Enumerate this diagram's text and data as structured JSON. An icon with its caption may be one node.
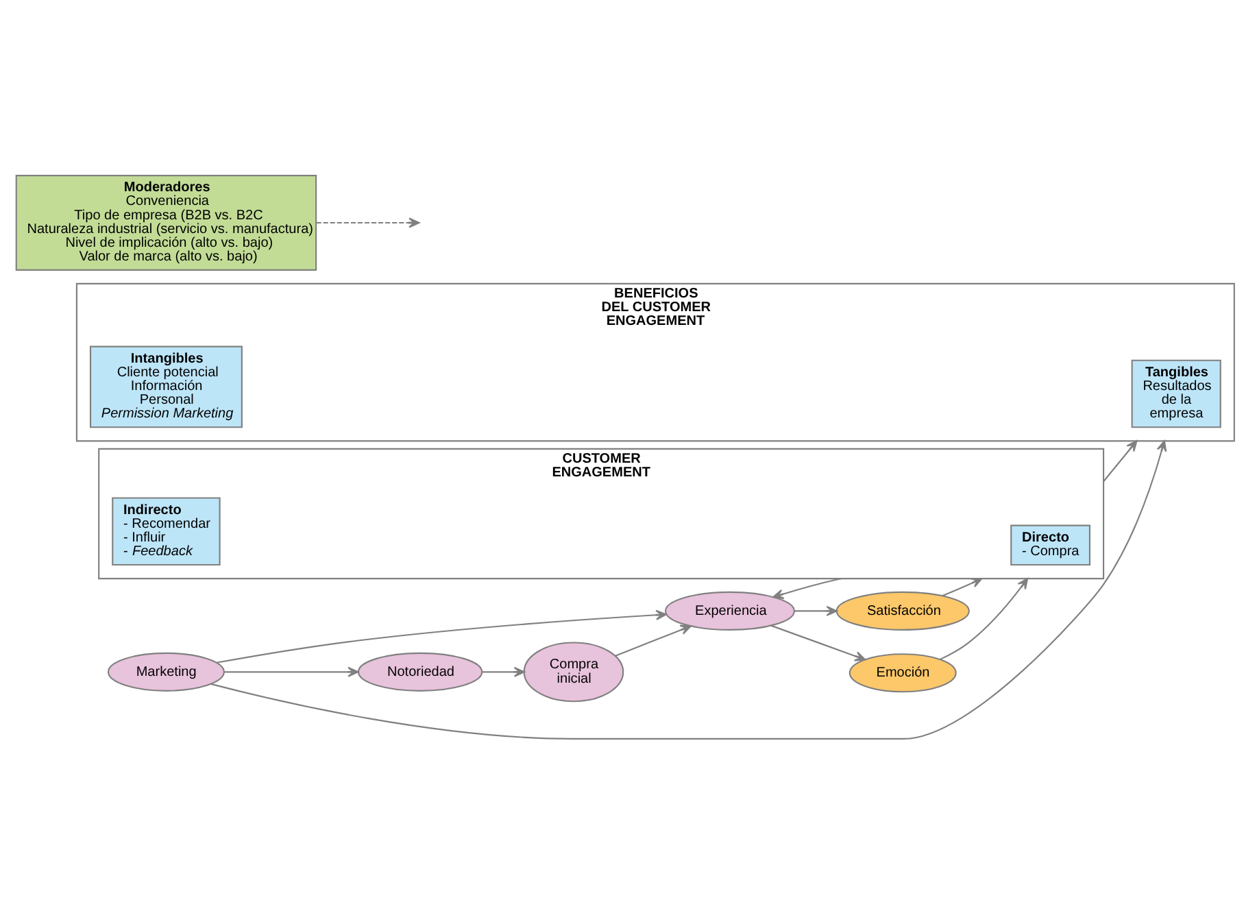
{
  "diagram": {
    "nodes": [
      {
        "text": [
          "Marketing"
        ]
      },
      {
        "text": [
          "Notoriedad"
        ]
      },
      {
        "text": [
          "Compra inicial"
        ]
      },
      {
        "text": [
          "Experiencia"
        ]
      },
      {
        "text": [
          "CUSTOMER ENGAGEMENT"
        ]
      },
      {
        "text": [
          "Directo",
          "- Compra"
        ],
        "in": 4
      },
      {
        "text": [
          "Indirecto",
          "- Recomendar",
          "- Influir",
          "- *Feedback*"
        ],
        "in": 4
      },
      {
        "text": [
          "Satisfacción"
        ]
      },
      {
        "text": [
          "Emoción"
        ]
      },
      {
        "text": [
          "BENEFICIOS DEL CUSTOMER ENGAGEMENT"
        ]
      },
      {
        "text": [
          "Tangibles",
          "Resultados de la empresa"
        ],
        "in": 9
      },
      {
        "text": [
          "Intangibles",
          "Cliente potencial",
          "Información",
          "Personal",
          "*Permission Marketing*"
        ],
        "in": 9
      },
      {
        "text": [
          "Moderadores",
          "Conveniencia",
          "Tipo de empresa (B2B vs. B2C",
          "Naturaleza industrial (servicio vs. manufactura)",
          "Nivel de implicación (alto vs. bajo)",
          "Valor de marca (alto vs. bajo)"
        ]
      }
    ],
    "edges": [
      {
        "from": 0,
        "to": 1,
        "arrow": "to"
      },
      {
        "from": 1,
        "to": 2,
        "arrow": "to"
      },
      {
        "from": 0,
        "to": 3,
        "arrow": "to"
      },
      {
        "from": 2,
        "to": 3,
        "arrow": "to"
      },
      {
        "from": 4,
        "to": 3,
        "arrow": "to"
      },
      {
        "from": 7,
        "to": 4,
        "arrow": "to"
      },
      {
        "from": 8,
        "to": 4,
        "arrow": "to"
      },
      {
        "from": 12,
        "to": null,
        "arrow": "to",
        "style": "dashed"
      },
      {
        "from": 4,
        "to": 9,
        "arrow": "to"
      },
      {
        "from": 3,
        "to": 7,
        "arrow": "to"
      },
      {
        "from": 3,
        "to": 8,
        "arrow": "to"
      },
      {
        "from": 0,
        "to": 9,
        "arrow": "to"
      }
    ]
  }
}
